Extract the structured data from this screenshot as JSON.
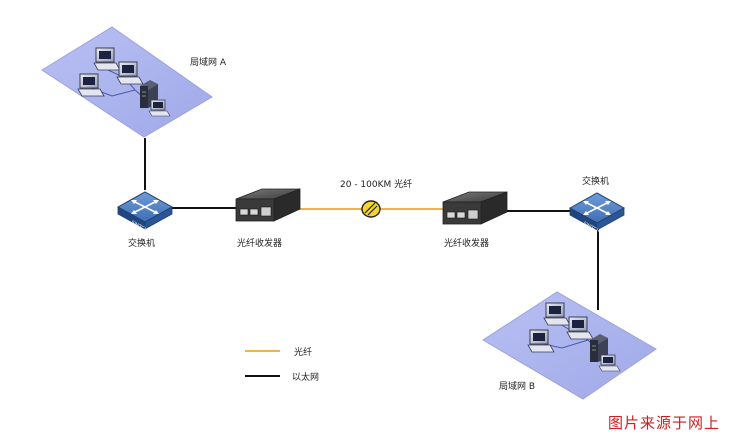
{
  "labels": {
    "lan_a": "局域网 A",
    "lan_b": "局域网 B",
    "switch_left": "交换机",
    "switch_right": "交换机",
    "transceiver_left": "光纤收发器",
    "transceiver_right": "光纤收发器",
    "fiber_link": "20 - 100KM 光纤"
  },
  "switch_badge_text": "SWITCH",
  "legend": {
    "fiber_label": "光纤",
    "ethernet_label": "以太网"
  },
  "watermark": "图片来源于网上",
  "colors": {
    "fiber": "#f0b44a",
    "ethernet": "#111111",
    "lan_area": "#aab3ee",
    "lan_area_edge": "#9aa3df",
    "switch_body": "#2c5896",
    "transceiver_body": "#3a3a3a",
    "coupler": "#f5d52c"
  }
}
